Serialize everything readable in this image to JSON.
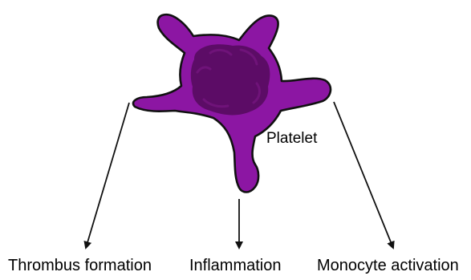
{
  "diagram": {
    "cell_label": "Platelet",
    "outcomes": [
      {
        "label": "Thrombus formation"
      },
      {
        "label": "Inflammation"
      },
      {
        "label": "Monocyte activation"
      }
    ]
  },
  "colors": {
    "platelet_body": "#8c16a3",
    "platelet_core": "#5c0c66",
    "outline": "#111111",
    "arrow": "#111111",
    "text": "#000000"
  }
}
